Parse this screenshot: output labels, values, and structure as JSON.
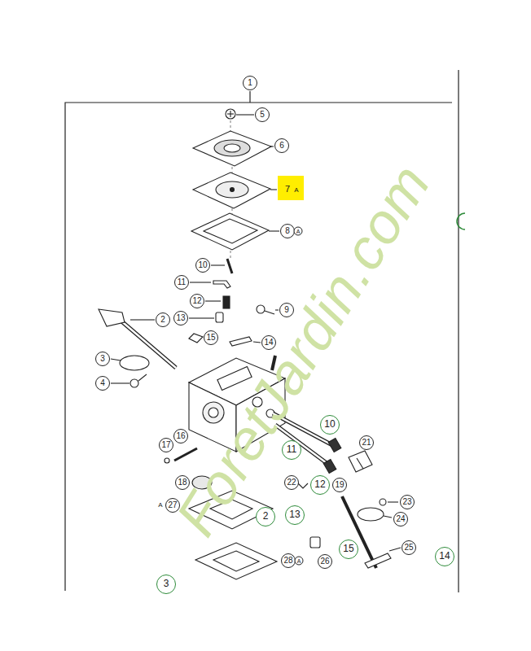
{
  "diagram": {
    "labels": [
      "ForetJardin.com",
      "1",
      "5",
      "6",
      "7",
      "A",
      "8",
      "A",
      "10",
      "11",
      "12",
      "9",
      "13",
      "2",
      "15",
      "14",
      "3",
      "4",
      "10",
      "21",
      "16",
      "17",
      "11",
      "18",
      "22",
      "12",
      "19",
      "23",
      "A",
      "27",
      "2",
      "13",
      "24",
      "15",
      "25",
      "14",
      "26",
      "28",
      "A",
      "3"
    ]
  }
}
